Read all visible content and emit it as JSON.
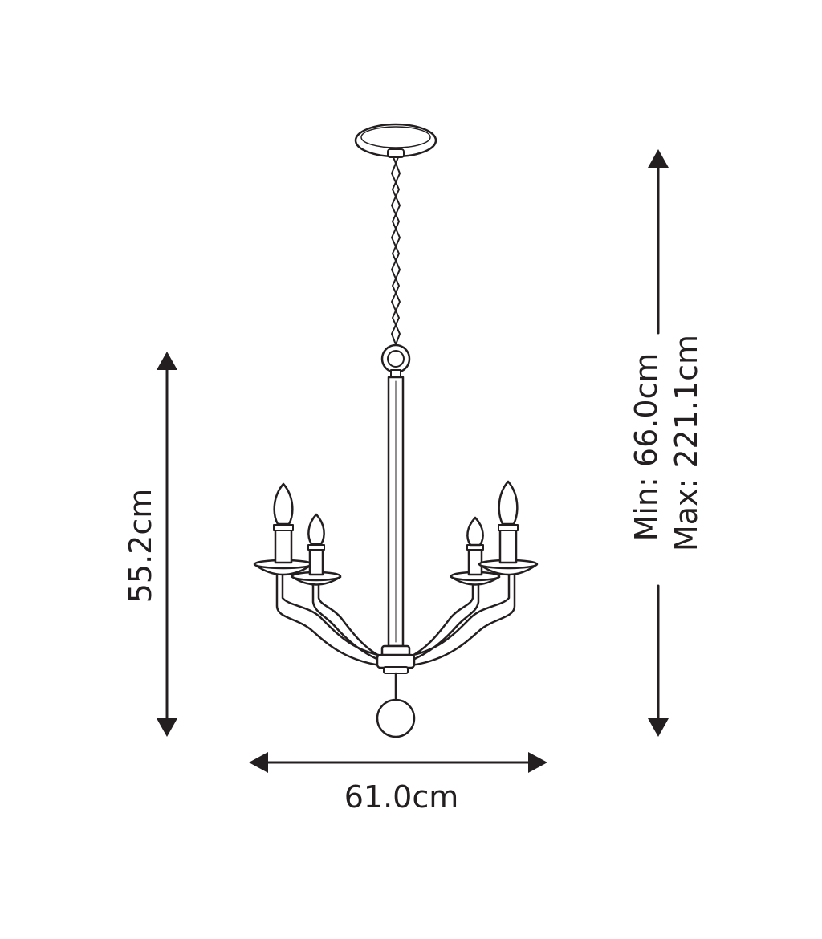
{
  "dimensions": {
    "height": "55.2cm",
    "width": "61.0cm",
    "drop_min": "Min: 66.0cm",
    "drop_max": "Max: 221.1cm"
  },
  "colors": {
    "ink": "#231f20",
    "background": "#ffffff"
  }
}
